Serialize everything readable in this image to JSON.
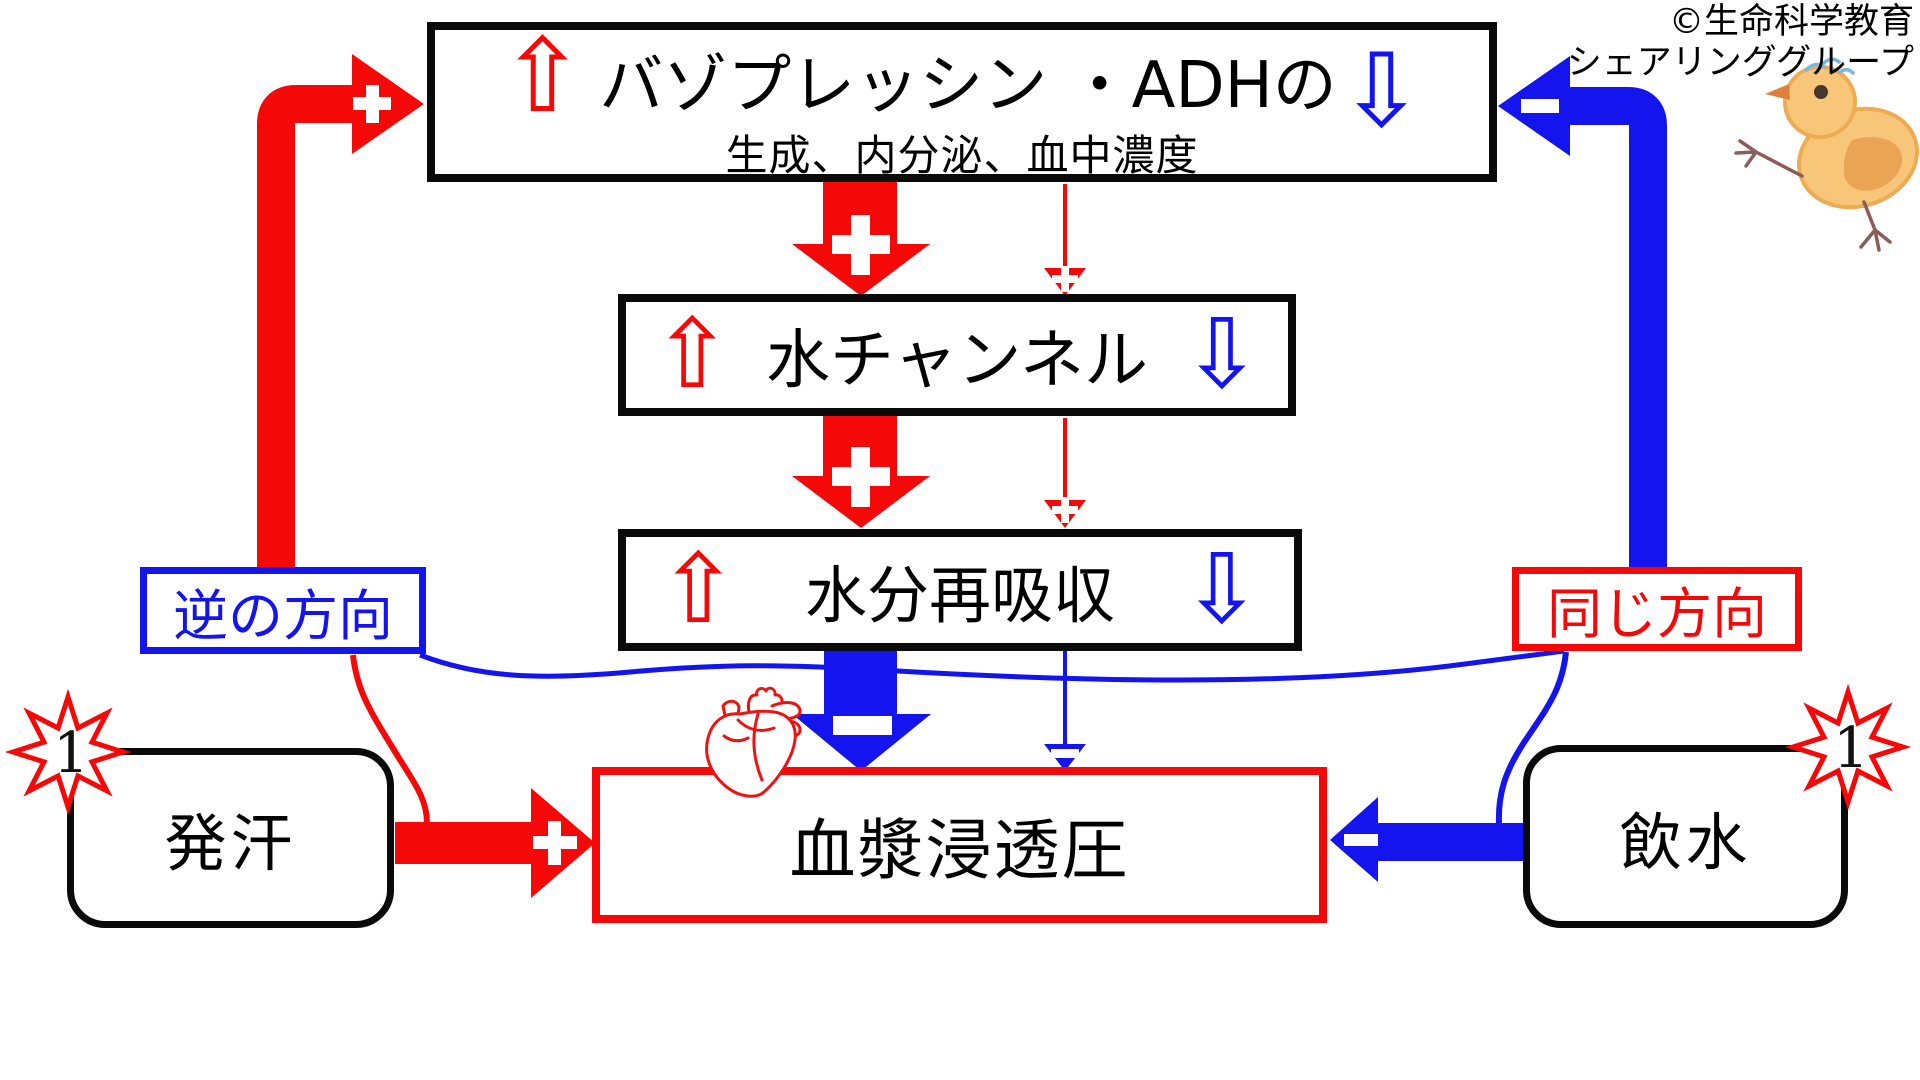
{
  "colors": {
    "red": "#f40808",
    "blue": "#1414ee"
  },
  "glyphs": {
    "up_arrow": "⇧",
    "down_arrow": "⇩"
  },
  "copyright": {
    "line1": "©生命科学教育",
    "line2": "シェアリンググループ"
  },
  "boxes": {
    "adh": {
      "title": "バゾプレッシン ・ADHの",
      "subtitle": "生成、内分泌、血中濃度"
    },
    "water_channel": {
      "title": "水チャンネル"
    },
    "reabsorption": {
      "title": "水分再吸収"
    },
    "plasma": {
      "title": "血漿浸透圧"
    },
    "sweat": {
      "title": "発汗"
    },
    "drink": {
      "title": "飲水"
    }
  },
  "labels": {
    "reverse_direction": "逆の方向",
    "same_direction": "同じ方向"
  },
  "badges": {
    "sweat_note": "1",
    "drink_note": "1"
  }
}
